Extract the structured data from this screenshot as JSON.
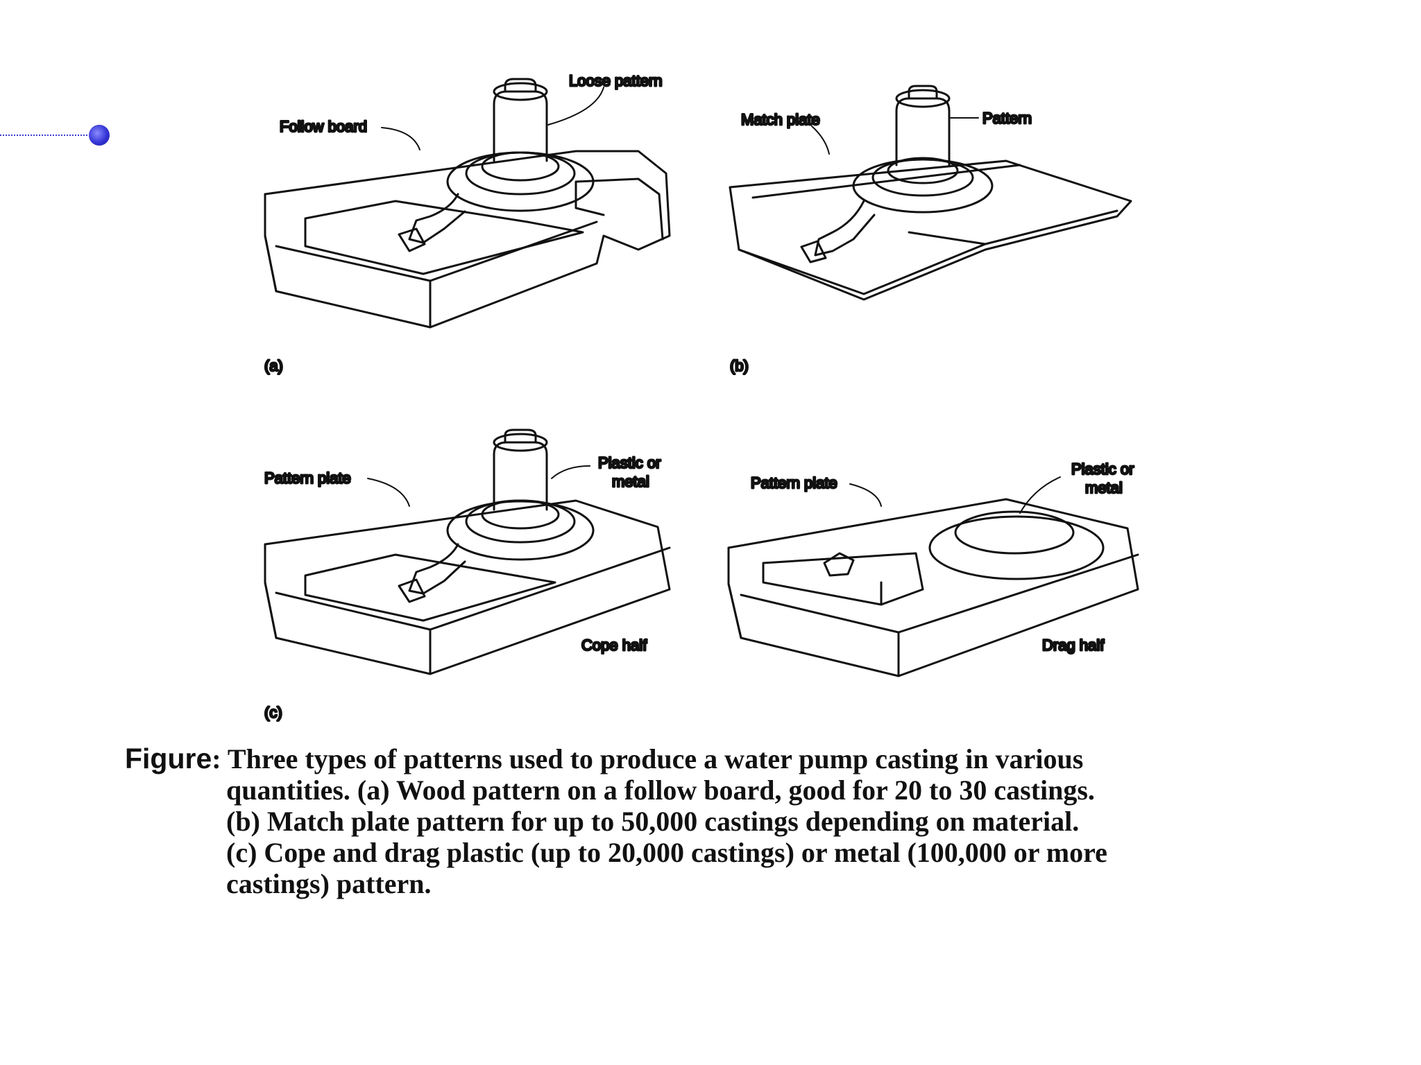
{
  "panels": {
    "a": {
      "tag": "(a)",
      "labels": {
        "follow_board": "Follow board",
        "loose_pattern": "Loose pattern"
      }
    },
    "b": {
      "tag": "(b)",
      "labels": {
        "match_plate": "Match plate",
        "pattern": "Pattern"
      }
    },
    "c": {
      "tag": "(c)",
      "cope": {
        "pattern_plate": "Pattern plate",
        "material_line1": "Plastic or",
        "material_line2": "metal",
        "half": "Cope half"
      },
      "drag": {
        "pattern_plate": "Pattern plate",
        "material_line1": "Plastic or",
        "material_line2": "metal",
        "half": "Drag half"
      }
    }
  },
  "caption": {
    "lead": "Figure",
    "line1": ": Three types of patterns used to produce a water pump casting in various",
    "line2": "quantities. (a) Wood pattern on a follow board, good for 20 to 30 castings.",
    "line3": "(b) Match plate pattern for up to 50,000 castings depending on  material.",
    "line4": "(c) Cope and drag plastic (up to 20,000 castings) or metal (100,000 or more",
    "line5": "castings) pattern."
  }
}
